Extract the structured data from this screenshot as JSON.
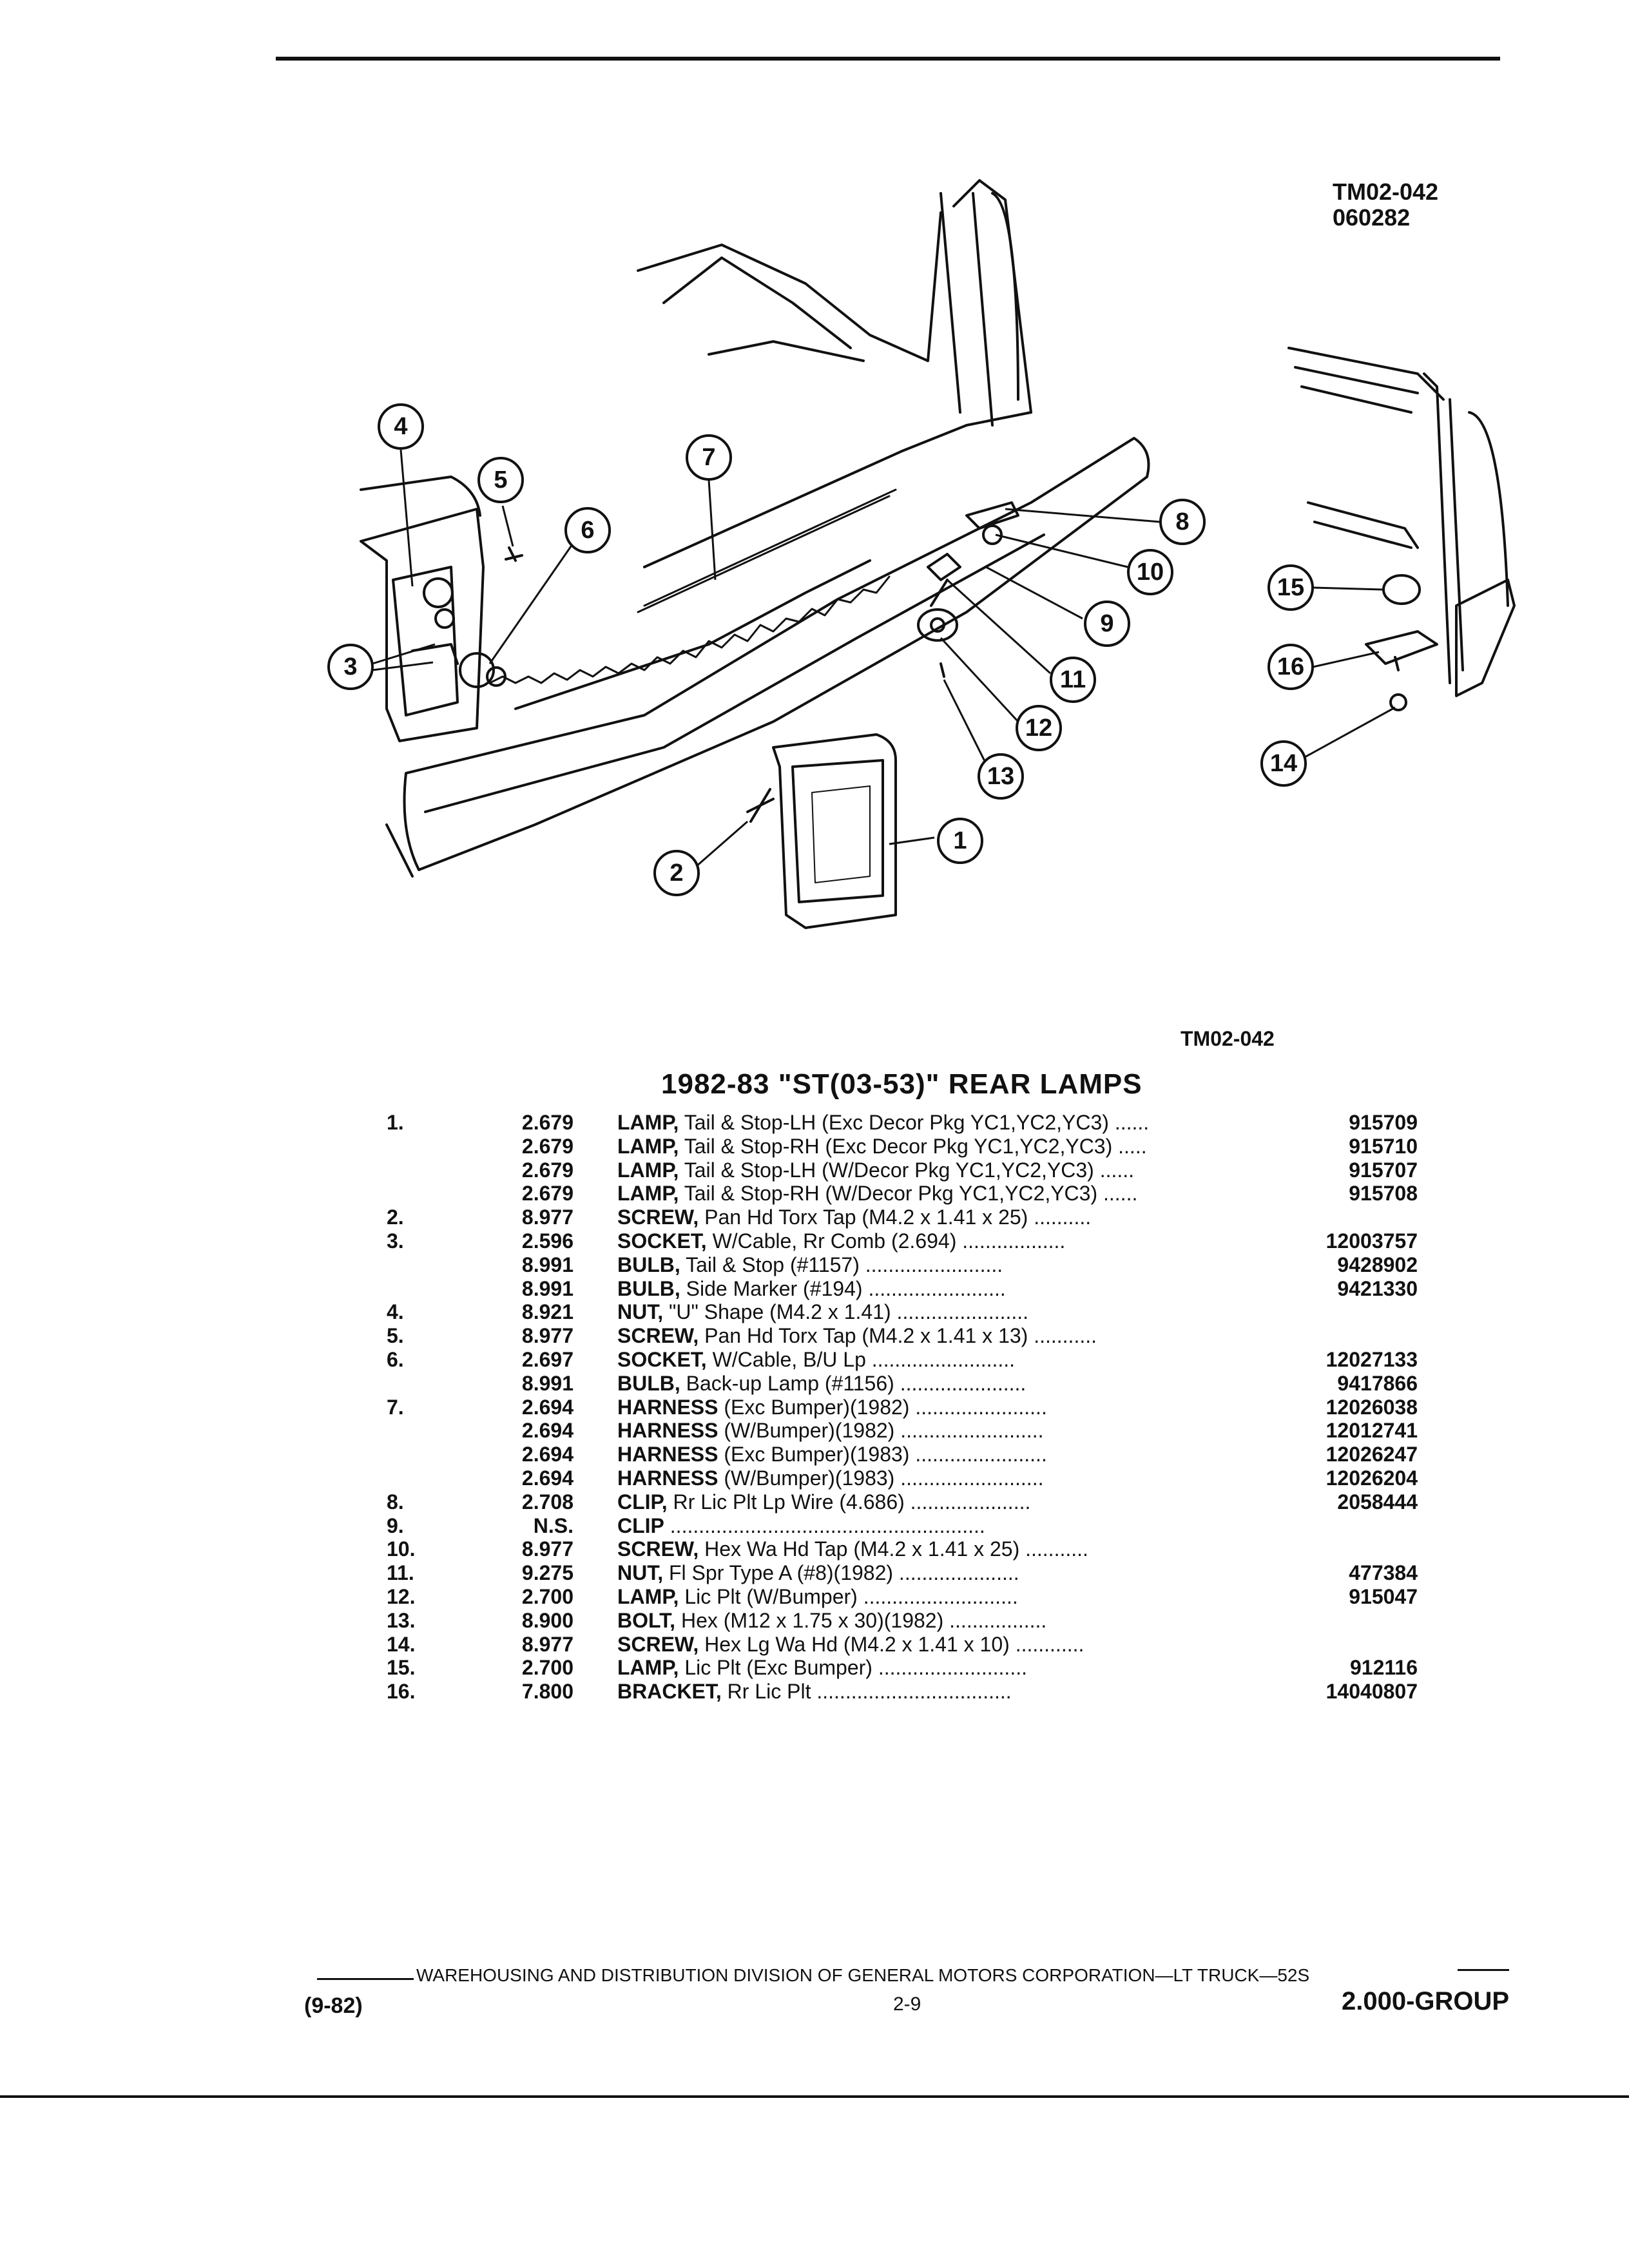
{
  "header": {
    "drawing_no": "TM02-042",
    "drawing_date": "060282"
  },
  "diagram": {
    "caption": "TM02-042",
    "callouts": [
      "1",
      "2",
      "3",
      "4",
      "5",
      "6",
      "7",
      "8",
      "9",
      "10",
      "11",
      "12",
      "13",
      "14",
      "15",
      "16"
    ]
  },
  "section": {
    "title": "1982-83 \"ST(03-53)\" REAR LAMPS",
    "rows": [
      {
        "item": "1.",
        "group": "2.679",
        "name": "LAMP,",
        "detail": " Tail & Stop-LH (Exc Decor Pkg YC1,YC2,YC3) ......",
        "part": "915709"
      },
      {
        "item": "",
        "group": "2.679",
        "name": "LAMP,",
        "detail": " Tail & Stop-RH (Exc Decor Pkg YC1,YC2,YC3) .....",
        "part": "915710"
      },
      {
        "item": "",
        "group": "2.679",
        "name": "LAMP,",
        "detail": " Tail & Stop-LH (W/Decor Pkg YC1,YC2,YC3) ......",
        "part": "915707"
      },
      {
        "item": "",
        "group": "2.679",
        "name": "LAMP,",
        "detail": " Tail & Stop-RH (W/Decor Pkg YC1,YC2,YC3) ......",
        "part": "915708"
      },
      {
        "item": "2.",
        "group": "8.977",
        "name": "SCREW,",
        "detail": " Pan Hd Torx Tap (M4.2 x 1.41 x 25) ..........",
        "part": ""
      },
      {
        "item": "3.",
        "group": "2.596",
        "name": "SOCKET,",
        "detail": " W/Cable, Rr Comb (2.694) ..................",
        "part": "12003757"
      },
      {
        "item": "",
        "group": "8.991",
        "name": "BULB,",
        "detail": " Tail & Stop (#1157) ........................",
        "part": "9428902"
      },
      {
        "item": "",
        "group": "8.991",
        "name": "BULB,",
        "detail": " Side Marker (#194) ........................",
        "part": "9421330"
      },
      {
        "item": "4.",
        "group": "8.921",
        "name": "NUT,",
        "detail": " \"U\" Shape (M4.2 x 1.41) .......................",
        "part": ""
      },
      {
        "item": "5.",
        "group": "8.977",
        "name": "SCREW,",
        "detail": " Pan Hd Torx Tap (M4.2 x 1.41 x 13) ...........",
        "part": ""
      },
      {
        "item": "6.",
        "group": "2.697",
        "name": "SOCKET,",
        "detail": " W/Cable, B/U Lp .........................",
        "part": "12027133"
      },
      {
        "item": "",
        "group": "8.991",
        "name": "BULB,",
        "detail": " Back-up Lamp (#1156) ......................",
        "part": "9417866"
      },
      {
        "item": "7.",
        "group": "2.694",
        "name": "HARNESS",
        "detail": " (Exc Bumper)(1982) .......................",
        "part": "12026038"
      },
      {
        "item": "",
        "group": "2.694",
        "name": "HARNESS",
        "detail": " (W/Bumper)(1982) .........................",
        "part": "12012741"
      },
      {
        "item": "",
        "group": "2.694",
        "name": "HARNESS",
        "detail": " (Exc Bumper)(1983) .......................",
        "part": "12026247"
      },
      {
        "item": "",
        "group": "2.694",
        "name": "HARNESS",
        "detail": " (W/Bumper)(1983) .........................",
        "part": "12026204"
      },
      {
        "item": "8.",
        "group": "2.708",
        "name": "CLIP,",
        "detail": " Rr Lic Plt Lp Wire (4.686) .....................",
        "part": "2058444"
      },
      {
        "item": "9.",
        "group": "N.S.",
        "name": "CLIP",
        "detail": " .......................................................",
        "part": ""
      },
      {
        "item": "10.",
        "group": "8.977",
        "name": "SCREW,",
        "detail": " Hex Wa Hd Tap (M4.2 x 1.41 x 25) ...........",
        "part": ""
      },
      {
        "item": "11.",
        "group": "9.275",
        "name": "NUT,",
        "detail": " Fl Spr Type A (#8)(1982) .....................",
        "part": "477384"
      },
      {
        "item": "12.",
        "group": "2.700",
        "name": "LAMP,",
        "detail": " Lic Plt (W/Bumper) ...........................",
        "part": "915047"
      },
      {
        "item": "13.",
        "group": "8.900",
        "name": "BOLT,",
        "detail": " Hex (M12 x 1.75 x 30)(1982) .................",
        "part": ""
      },
      {
        "item": "14.",
        "group": "8.977",
        "name": "SCREW,",
        "detail": " Hex Lg Wa Hd (M4.2 x 1.41 x 10) ............",
        "part": ""
      },
      {
        "item": "15.",
        "group": "2.700",
        "name": "LAMP,",
        "detail": " Lic Plt (Exc Bumper) ..........................",
        "part": "912116"
      },
      {
        "item": "16.",
        "group": "7.800",
        "name": "BRACKET,",
        "detail": " Rr Lic Plt ..................................",
        "part": "14040807"
      }
    ]
  },
  "footer": {
    "credit_line": "WAREHOUSING AND DISTRIBUTION  DIVISION OF GENERAL MOTORS CORPORATION—LT TRUCK—52S",
    "date_code": "(9-82)",
    "page_number": "2-9",
    "group": "2.000-GROUP"
  }
}
